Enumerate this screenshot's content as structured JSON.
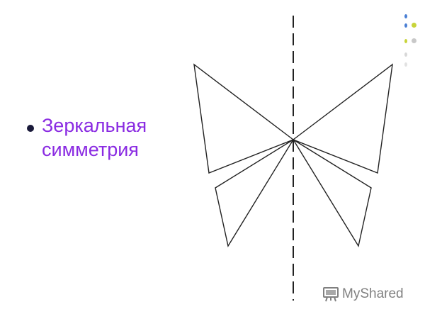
{
  "bullet": {
    "line1": "Зеркальная",
    "line2": "симметрия"
  },
  "colors": {
    "text": "#8a2be2",
    "bullet": "#1a1a3a",
    "lines": "#222222"
  },
  "watermark": {
    "text": "MyShared",
    "icon": "presentation-board-icon"
  }
}
